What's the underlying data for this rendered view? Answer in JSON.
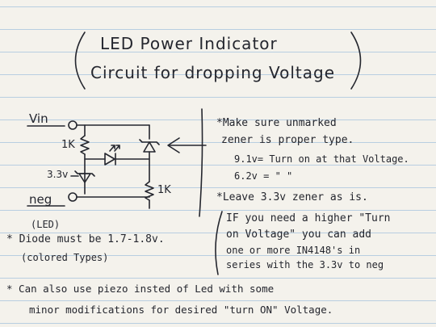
{
  "title": {
    "line1": "LED Power Indicator",
    "line2": "Circuit for dropping Voltage"
  },
  "circuit": {
    "vin_label": "Vin",
    "neg_label": "neg",
    "resistor_top_label": "1K",
    "resistor_right_label": "1K",
    "zener_label": "3.3v",
    "led_label": "(LED)"
  },
  "notes": {
    "diode_note_1": "* Diode must be 1.7-1.8v.",
    "diode_note_2": "(colored Types)",
    "zener_note_1": "*Make sure unmarked",
    "zener_note_2": "zener is proper type.",
    "zener_9v": "9.1v= Turn on at that Voltage.",
    "zener_6v": "6.2v = \"           \"",
    "leave_note": "*Leave 3.3v zener as is.",
    "if_note_1": "IF you need a higher \"Turn",
    "if_note_2": "on Voltage\" you can add",
    "if_note_3": "one or more IN4148's in",
    "if_note_4": "series with the 3.3v to neg",
    "piezo_note_1": "* Can also use piezo insted of Led with some",
    "piezo_note_2": "minor modifications for desired \"turn ON\" Voltage."
  },
  "colors": {
    "ink": "#24262e",
    "rule": "#a9c4de",
    "paper": "#f4f2ec"
  }
}
